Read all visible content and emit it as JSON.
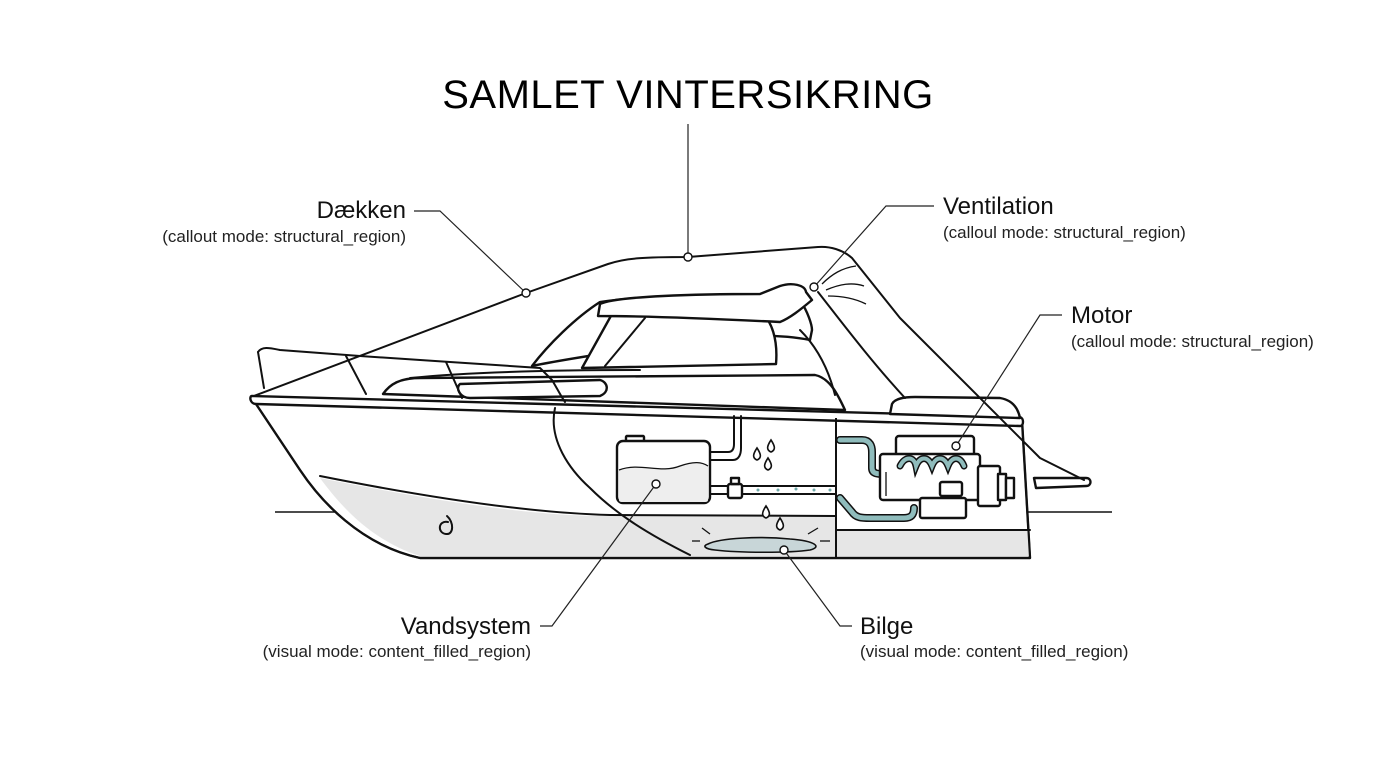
{
  "title": "SAMLET VINTERSIKRING",
  "colors": {
    "line": "#111111",
    "bilge_fill": "#e6e6e6",
    "water_fill": "#eeeeee",
    "pipe_fill": "#8fbcbc",
    "puddle_fill": "#c8d6d8"
  },
  "callouts": {
    "daekken": {
      "label": "Dækken",
      "sub": "(callout mode: structural_region)"
    },
    "ventilation": {
      "label": "Ventilation",
      "sub": "(calloul mode: structural_region)"
    },
    "motor": {
      "label": "Motor",
      "sub": "(calloul mode: structural_region)"
    },
    "vandsystem": {
      "label": "Vandsystem",
      "sub": "(visual mode: content_filled_region)"
    },
    "bilge": {
      "label": "Bilge",
      "sub": "(visual mode: content_filled_region)"
    }
  },
  "icons": [
    "water-drop-icon",
    "puddle-icon",
    "engine-icon",
    "water-tank-icon",
    "vent-airflow-icon"
  ]
}
